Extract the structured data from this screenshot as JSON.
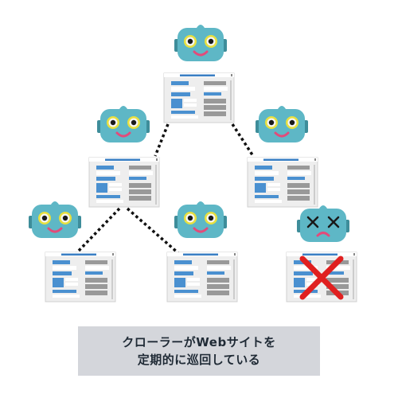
{
  "caption": {
    "line1": "クローラーがWebサイトを",
    "line2": "定期的に巡回している"
  },
  "colors": {
    "robot_body": "#5eb7c6",
    "robot_dark": "#3e8d9a",
    "robot_eye_ring": "#e8e03f",
    "robot_pupil": "#1a1a1a",
    "robot_mouth": "#e24b7a",
    "page_bg": "#eeeeee",
    "page_header": "#3a7fc4",
    "page_text_blue": "#4a90d0",
    "page_text_gray": "#999999",
    "connector": "#111111",
    "cross": "#e02020",
    "caption_bg": "#d4d6db"
  },
  "nodes": [
    {
      "id": "root",
      "robot_state": "happy"
    },
    {
      "id": "mid-left",
      "robot_state": "happy"
    },
    {
      "id": "mid-right",
      "robot_state": "happy"
    },
    {
      "id": "bot-left",
      "robot_state": "happy"
    },
    {
      "id": "bot-mid",
      "robot_state": "happy"
    },
    {
      "id": "bot-right",
      "robot_state": "dead",
      "page_blocked": true
    }
  ],
  "icons": [
    "robot-crawler-icon",
    "webpage-icon",
    "cross-mark-icon",
    "x-eye-icon"
  ]
}
